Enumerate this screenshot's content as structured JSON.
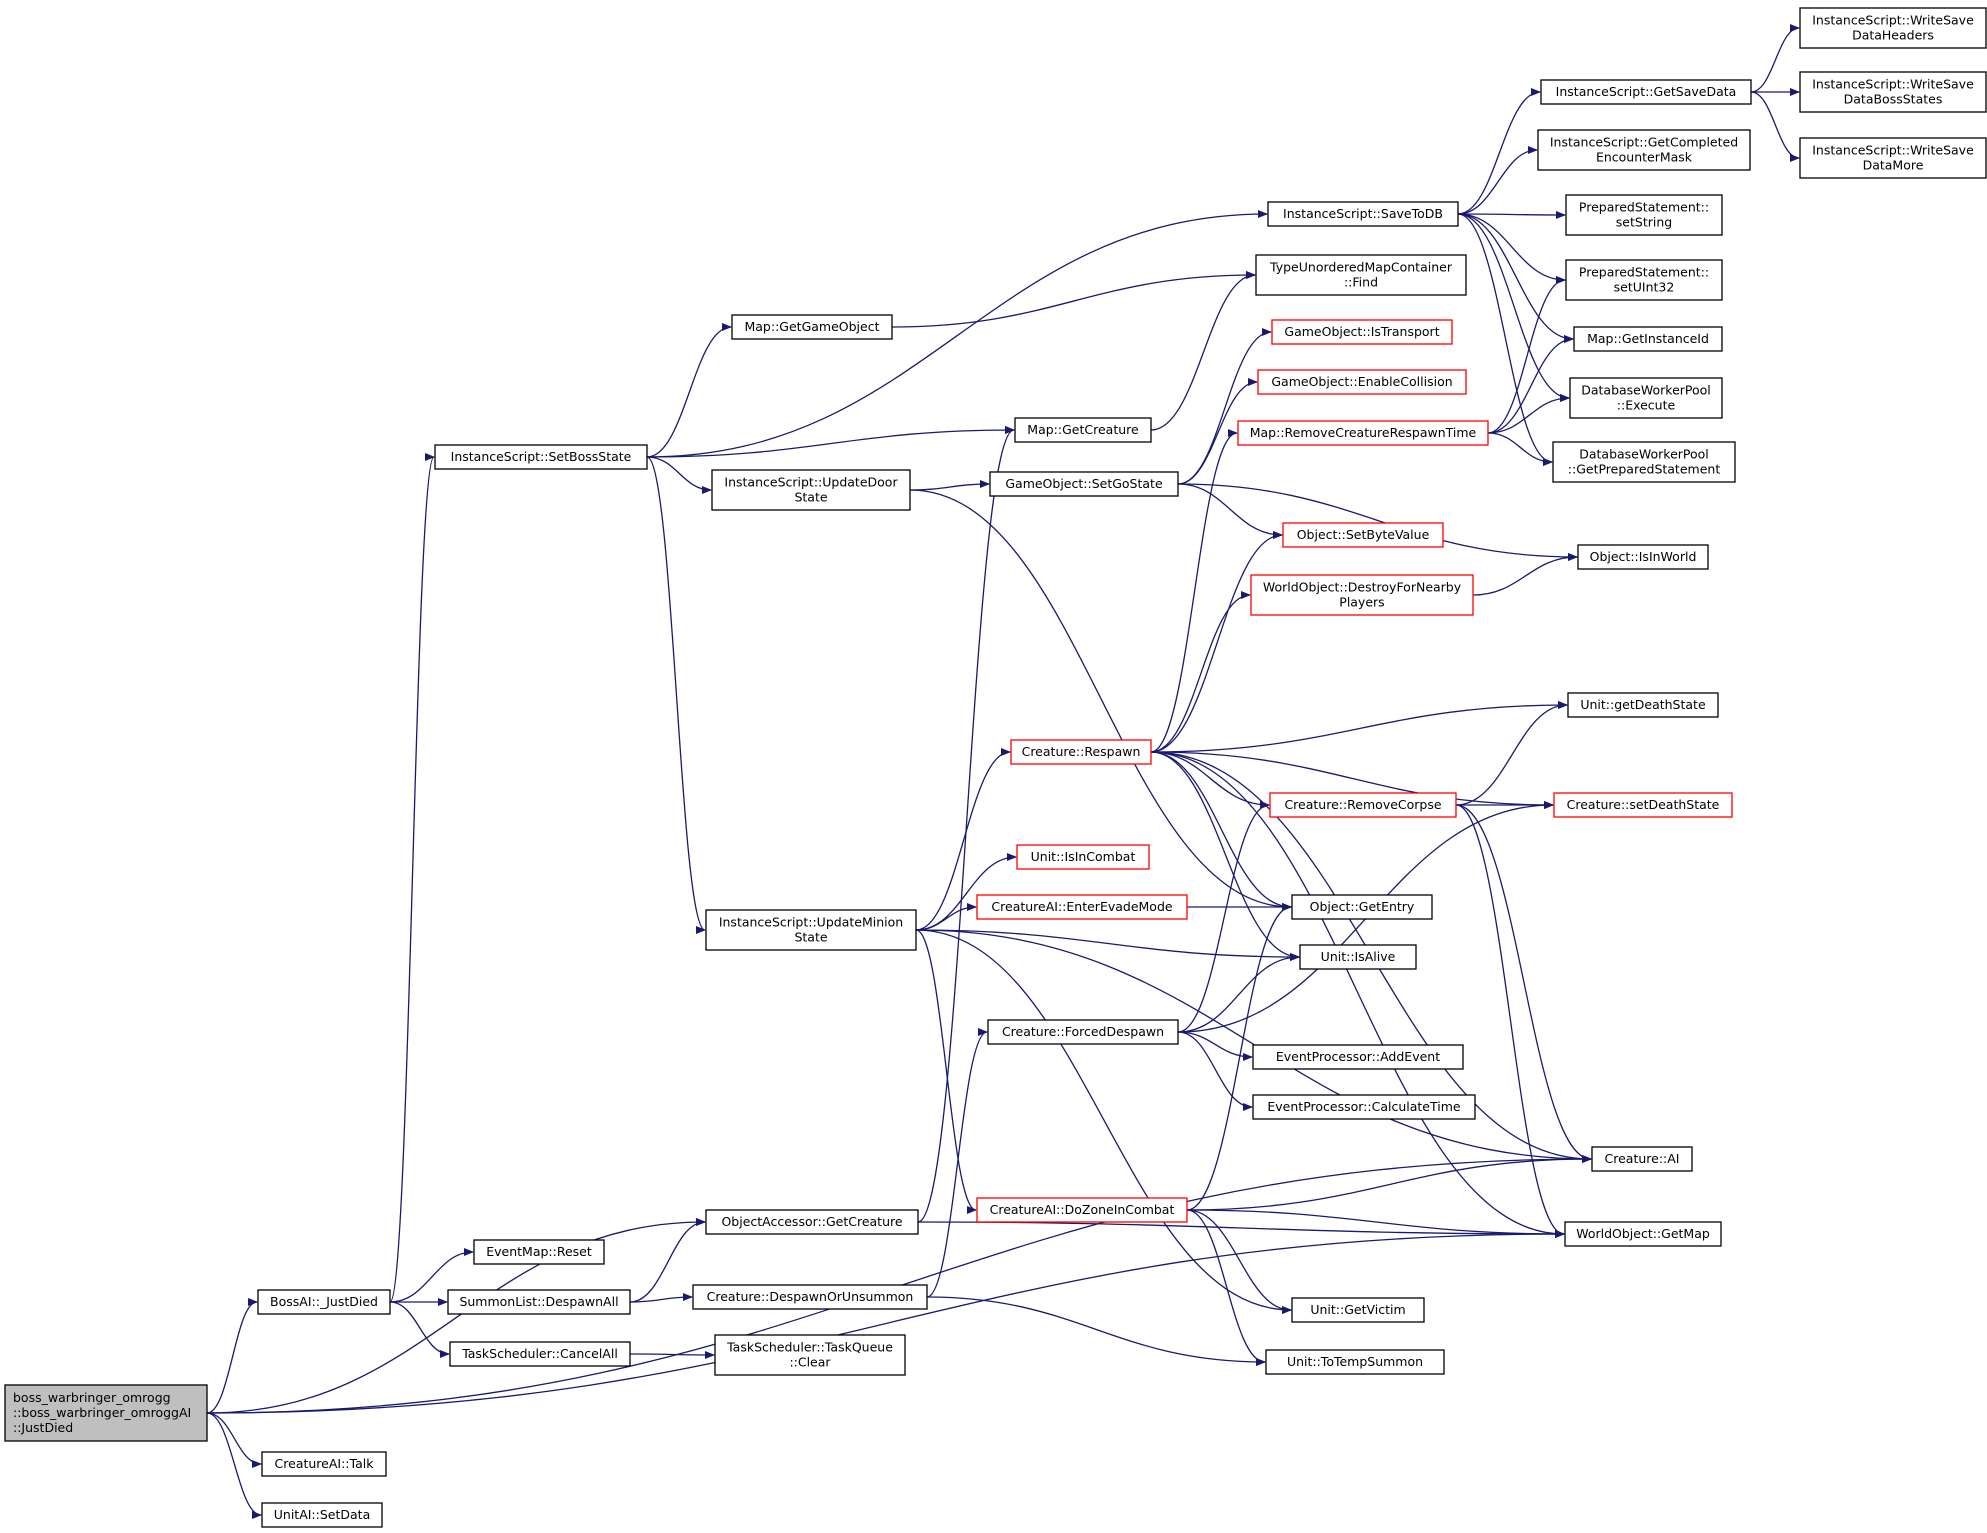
{
  "nodes": [
    {
      "id": "root",
      "lines": [
        "boss_warbringer_omrogg",
        "::boss_warbringer_omroggAI",
        "::JustDied"
      ],
      "style": "root"
    },
    {
      "id": "bossai_justdied",
      "lines": [
        "BossAI::_JustDied"
      ],
      "style": "normal"
    },
    {
      "id": "objectaccessor_getcreature",
      "lines": [
        "ObjectAccessor::GetCreature"
      ],
      "style": "normal"
    },
    {
      "id": "creatureai_talk",
      "lines": [
        "CreatureAI::Talk"
      ],
      "style": "normal"
    },
    {
      "id": "unitai_setdata",
      "lines": [
        "UnitAI::SetData"
      ],
      "style": "normal"
    },
    {
      "id": "worldobject_getmap",
      "lines": [
        "WorldObject::GetMap"
      ],
      "style": "normal"
    },
    {
      "id": "creature_ai",
      "lines": [
        "Creature::AI"
      ],
      "style": "normal"
    },
    {
      "id": "eventmap_reset",
      "lines": [
        "EventMap::Reset"
      ],
      "style": "normal"
    },
    {
      "id": "summonlist_despawnall",
      "lines": [
        "SummonList::DespawnAll"
      ],
      "style": "normal"
    },
    {
      "id": "taskscheduler_cancelall",
      "lines": [
        "TaskScheduler::CancelAll"
      ],
      "style": "normal"
    },
    {
      "id": "instancescript_setbossstate",
      "lines": [
        "InstanceScript::SetBossState"
      ],
      "style": "normal"
    },
    {
      "id": "taskqueue_clear",
      "lines": [
        "TaskScheduler::TaskQueue",
        "::Clear"
      ],
      "style": "normal"
    },
    {
      "id": "creature_despawnorunsummon",
      "lines": [
        "Creature::DespawnOrUnsummon"
      ],
      "style": "normal"
    },
    {
      "id": "map_getcreature",
      "lines": [
        "Map::GetCreature"
      ],
      "style": "normal"
    },
    {
      "id": "map_getgameobject",
      "lines": [
        "Map::GetGameObject"
      ],
      "style": "normal"
    },
    {
      "id": "instancescript_savetodb",
      "lines": [
        "InstanceScript::SaveToDB"
      ],
      "style": "normal"
    },
    {
      "id": "instancescript_updatedoorstate",
      "lines": [
        "InstanceScript::UpdateDoor",
        "State"
      ],
      "style": "normal"
    },
    {
      "id": "instancescript_updateminionstate",
      "lines": [
        "InstanceScript::UpdateMinion",
        "State"
      ],
      "style": "normal"
    },
    {
      "id": "creature_forceddespawn",
      "lines": [
        "Creature::ForcedDespawn"
      ],
      "style": "normal"
    },
    {
      "id": "unit_totempsummon",
      "lines": [
        "Unit::ToTempSummon"
      ],
      "style": "normal"
    },
    {
      "id": "gameobject_setgostate",
      "lines": [
        "GameObject::SetGoState"
      ],
      "style": "normal"
    },
    {
      "id": "object_getentry",
      "lines": [
        "Object::GetEntry"
      ],
      "style": "normal"
    },
    {
      "id": "creature_respawn",
      "lines": [
        "Creature::Respawn"
      ],
      "style": "red"
    },
    {
      "id": "unit_isincombat",
      "lines": [
        "Unit::IsInCombat"
      ],
      "style": "red"
    },
    {
      "id": "creatureai_enterevademode",
      "lines": [
        "CreatureAI::EnterEvadeMode"
      ],
      "style": "red"
    },
    {
      "id": "unit_isalive",
      "lines": [
        "Unit::IsAlive"
      ],
      "style": "normal"
    },
    {
      "id": "creatureai_dozoneincombat",
      "lines": [
        "CreatureAI::DoZoneInCombat"
      ],
      "style": "red"
    },
    {
      "id": "unit_getvictim",
      "lines": [
        "Unit::GetVictim"
      ],
      "style": "normal"
    },
    {
      "id": "creature_removecorpse",
      "lines": [
        "Creature::RemoveCorpse"
      ],
      "style": "red"
    },
    {
      "id": "creature_setdeathstate",
      "lines": [
        "Creature::setDeathState"
      ],
      "style": "red"
    },
    {
      "id": "eventprocessor_addevent",
      "lines": [
        "EventProcessor::AddEvent"
      ],
      "style": "normal"
    },
    {
      "id": "eventprocessor_calculatetime",
      "lines": [
        "EventProcessor::CalculateTime"
      ],
      "style": "normal"
    },
    {
      "id": "typeunorderedmapcontainer_find",
      "lines": [
        "TypeUnorderedMapContainer",
        "::Find"
      ],
      "style": "normal"
    },
    {
      "id": "instancescript_getsavedata",
      "lines": [
        "InstanceScript::GetSaveData"
      ],
      "style": "normal"
    },
    {
      "id": "instancescript_getcompletedencountermask",
      "lines": [
        "InstanceScript::GetCompleted",
        "EncounterMask"
      ],
      "style": "normal"
    },
    {
      "id": "preparedstatement_setstring",
      "lines": [
        "PreparedStatement::",
        "setString"
      ],
      "style": "normal"
    },
    {
      "id": "preparedstatement_setuint32",
      "lines": [
        "PreparedStatement::",
        "setUInt32"
      ],
      "style": "normal"
    },
    {
      "id": "map_getinstanceid",
      "lines": [
        "Map::GetInstanceId"
      ],
      "style": "normal"
    },
    {
      "id": "databaseworkerpool_execute",
      "lines": [
        "DatabaseWorkerPool",
        "::Execute"
      ],
      "style": "normal"
    },
    {
      "id": "databaseworkerpool_getpreparedstatement",
      "lines": [
        "DatabaseWorkerPool",
        "::GetPreparedStatement"
      ],
      "style": "normal"
    },
    {
      "id": "instancescript_writesavedataheaders",
      "lines": [
        "InstanceScript::WriteSave",
        "DataHeaders"
      ],
      "style": "normal"
    },
    {
      "id": "instancescript_writesavedatabossstates",
      "lines": [
        "InstanceScript::WriteSave",
        "DataBossStates"
      ],
      "style": "normal"
    },
    {
      "id": "instancescript_writesavedatamore",
      "lines": [
        "InstanceScript::WriteSave",
        "DataMore"
      ],
      "style": "normal"
    },
    {
      "id": "gameobject_istransport",
      "lines": [
        "GameObject::IsTransport"
      ],
      "style": "red"
    },
    {
      "id": "gameobject_enablecollision",
      "lines": [
        "GameObject::EnableCollision"
      ],
      "style": "red"
    },
    {
      "id": "map_removecreaturerespawntime",
      "lines": [
        "Map::RemoveCreatureRespawnTime"
      ],
      "style": "red"
    },
    {
      "id": "object_setbytevalue",
      "lines": [
        "Object::SetByteValue"
      ],
      "style": "red"
    },
    {
      "id": "worldobject_destroyfornearbyplayers",
      "lines": [
        "WorldObject::DestroyForNearby",
        "Players"
      ],
      "style": "red"
    },
    {
      "id": "object_isinworld",
      "lines": [
        "Object::IsInWorld"
      ],
      "style": "normal"
    },
    {
      "id": "unit_getdeathstate",
      "lines": [
        "Unit::getDeathState"
      ],
      "style": "normal"
    }
  ],
  "edges": [
    [
      "root",
      "bossai_justdied"
    ],
    [
      "root",
      "objectaccessor_getcreature"
    ],
    [
      "root",
      "creatureai_talk"
    ],
    [
      "root",
      "unitai_setdata"
    ],
    [
      "root",
      "worldobject_getmap"
    ],
    [
      "root",
      "creature_ai"
    ],
    [
      "bossai_justdied",
      "eventmap_reset"
    ],
    [
      "bossai_justdied",
      "summonlist_despawnall"
    ],
    [
      "bossai_justdied",
      "taskscheduler_cancelall"
    ],
    [
      "bossai_justdied",
      "instancescript_setbossstate"
    ],
    [
      "objectaccessor_getcreature",
      "map_getcreature"
    ],
    [
      "objectaccessor_getcreature",
      "worldobject_getmap"
    ],
    [
      "summonlist_despawnall",
      "objectaccessor_getcreature"
    ],
    [
      "summonlist_despawnall",
      "creature_despawnorunsummon"
    ],
    [
      "taskscheduler_cancelall",
      "taskqueue_clear"
    ],
    [
      "creature_despawnorunsummon",
      "creature_forceddespawn"
    ],
    [
      "creature_despawnorunsummon",
      "unit_totempsummon"
    ],
    [
      "instancescript_setbossstate",
      "instancescript_savetodb"
    ],
    [
      "instancescript_setbossstate",
      "map_getgameobject"
    ],
    [
      "instancescript_setbossstate",
      "map_getcreature"
    ],
    [
      "instancescript_setbossstate",
      "instancescript_updatedoorstate"
    ],
    [
      "instancescript_setbossstate",
      "instancescript_updateminionstate"
    ],
    [
      "map_getgameobject",
      "typeunorderedmapcontainer_find"
    ],
    [
      "map_getcreature",
      "typeunorderedmapcontainer_find"
    ],
    [
      "instancescript_updatedoorstate",
      "gameobject_setgostate"
    ],
    [
      "instancescript_updatedoorstate",
      "object_getentry"
    ],
    [
      "instancescript_updateminionstate",
      "creature_respawn"
    ],
    [
      "instancescript_updateminionstate",
      "unit_isincombat"
    ],
    [
      "instancescript_updateminionstate",
      "creatureai_enterevademode"
    ],
    [
      "instancescript_updateminionstate",
      "unit_isalive"
    ],
    [
      "instancescript_updateminionstate",
      "creature_ai"
    ],
    [
      "instancescript_updateminionstate",
      "creatureai_dozoneincombat"
    ],
    [
      "instancescript_updateminionstate",
      "unit_getvictim"
    ],
    [
      "creatureai_enterevademode",
      "object_getentry"
    ],
    [
      "creatureai_dozoneincombat",
      "object_getentry"
    ],
    [
      "creatureai_dozoneincombat",
      "creature_ai"
    ],
    [
      "creatureai_dozoneincombat",
      "worldobject_getmap"
    ],
    [
      "creatureai_dozoneincombat",
      "unit_getvictim"
    ],
    [
      "creatureai_dozoneincombat",
      "unit_totempsummon"
    ],
    [
      "creature_forceddespawn",
      "creature_removecorpse"
    ],
    [
      "creature_forceddespawn",
      "unit_isalive"
    ],
    [
      "creature_forceddespawn",
      "creature_setdeathstate"
    ],
    [
      "creature_forceddespawn",
      "eventprocessor_addevent"
    ],
    [
      "creature_forceddespawn",
      "eventprocessor_calculatetime"
    ],
    [
      "gameobject_setgostate",
      "gameobject_istransport"
    ],
    [
      "gameobject_setgostate",
      "gameobject_enablecollision"
    ],
    [
      "gameobject_setgostate",
      "object_setbytevalue"
    ],
    [
      "gameobject_setgostate",
      "object_isinworld"
    ],
    [
      "creature_respawn",
      "map_removecreaturerespawntime"
    ],
    [
      "creature_respawn",
      "object_setbytevalue"
    ],
    [
      "creature_respawn",
      "worldobject_destroyfornearbyplayers"
    ],
    [
      "creature_respawn",
      "unit_getdeathstate"
    ],
    [
      "creature_respawn",
      "creature_setdeathstate"
    ],
    [
      "creature_respawn",
      "creature_removecorpse"
    ],
    [
      "creature_respawn",
      "object_getentry"
    ],
    [
      "creature_respawn",
      "unit_isalive"
    ],
    [
      "creature_respawn",
      "creature_ai"
    ],
    [
      "creature_respawn",
      "worldobject_getmap"
    ],
    [
      "creature_removecorpse",
      "unit_getdeathstate"
    ],
    [
      "creature_removecorpse",
      "creature_setdeathstate"
    ],
    [
      "creature_removecorpse",
      "creature_ai"
    ],
    [
      "creature_removecorpse",
      "worldobject_getmap"
    ],
    [
      "worldobject_destroyfornearbyplayers",
      "object_isinworld"
    ],
    [
      "map_removecreaturerespawntime",
      "preparedstatement_setuint32"
    ],
    [
      "map_removecreaturerespawntime",
      "map_getinstanceid"
    ],
    [
      "map_removecreaturerespawntime",
      "databaseworkerpool_execute"
    ],
    [
      "map_removecreaturerespawntime",
      "databaseworkerpool_getpreparedstatement"
    ],
    [
      "instancescript_savetodb",
      "instancescript_getsavedata"
    ],
    [
      "instancescript_savetodb",
      "instancescript_getcompletedencountermask"
    ],
    [
      "instancescript_savetodb",
      "preparedstatement_setstring"
    ],
    [
      "instancescript_savetodb",
      "preparedstatement_setuint32"
    ],
    [
      "instancescript_savetodb",
      "map_getinstanceid"
    ],
    [
      "instancescript_savetodb",
      "databaseworkerpool_execute"
    ],
    [
      "instancescript_savetodb",
      "databaseworkerpool_getpreparedstatement"
    ],
    [
      "instancescript_getsavedata",
      "instancescript_writesavedataheaders"
    ],
    [
      "instancescript_getsavedata",
      "instancescript_writesavedatabossstates"
    ],
    [
      "instancescript_getsavedata",
      "instancescript_writesavedatamore"
    ]
  ]
}
